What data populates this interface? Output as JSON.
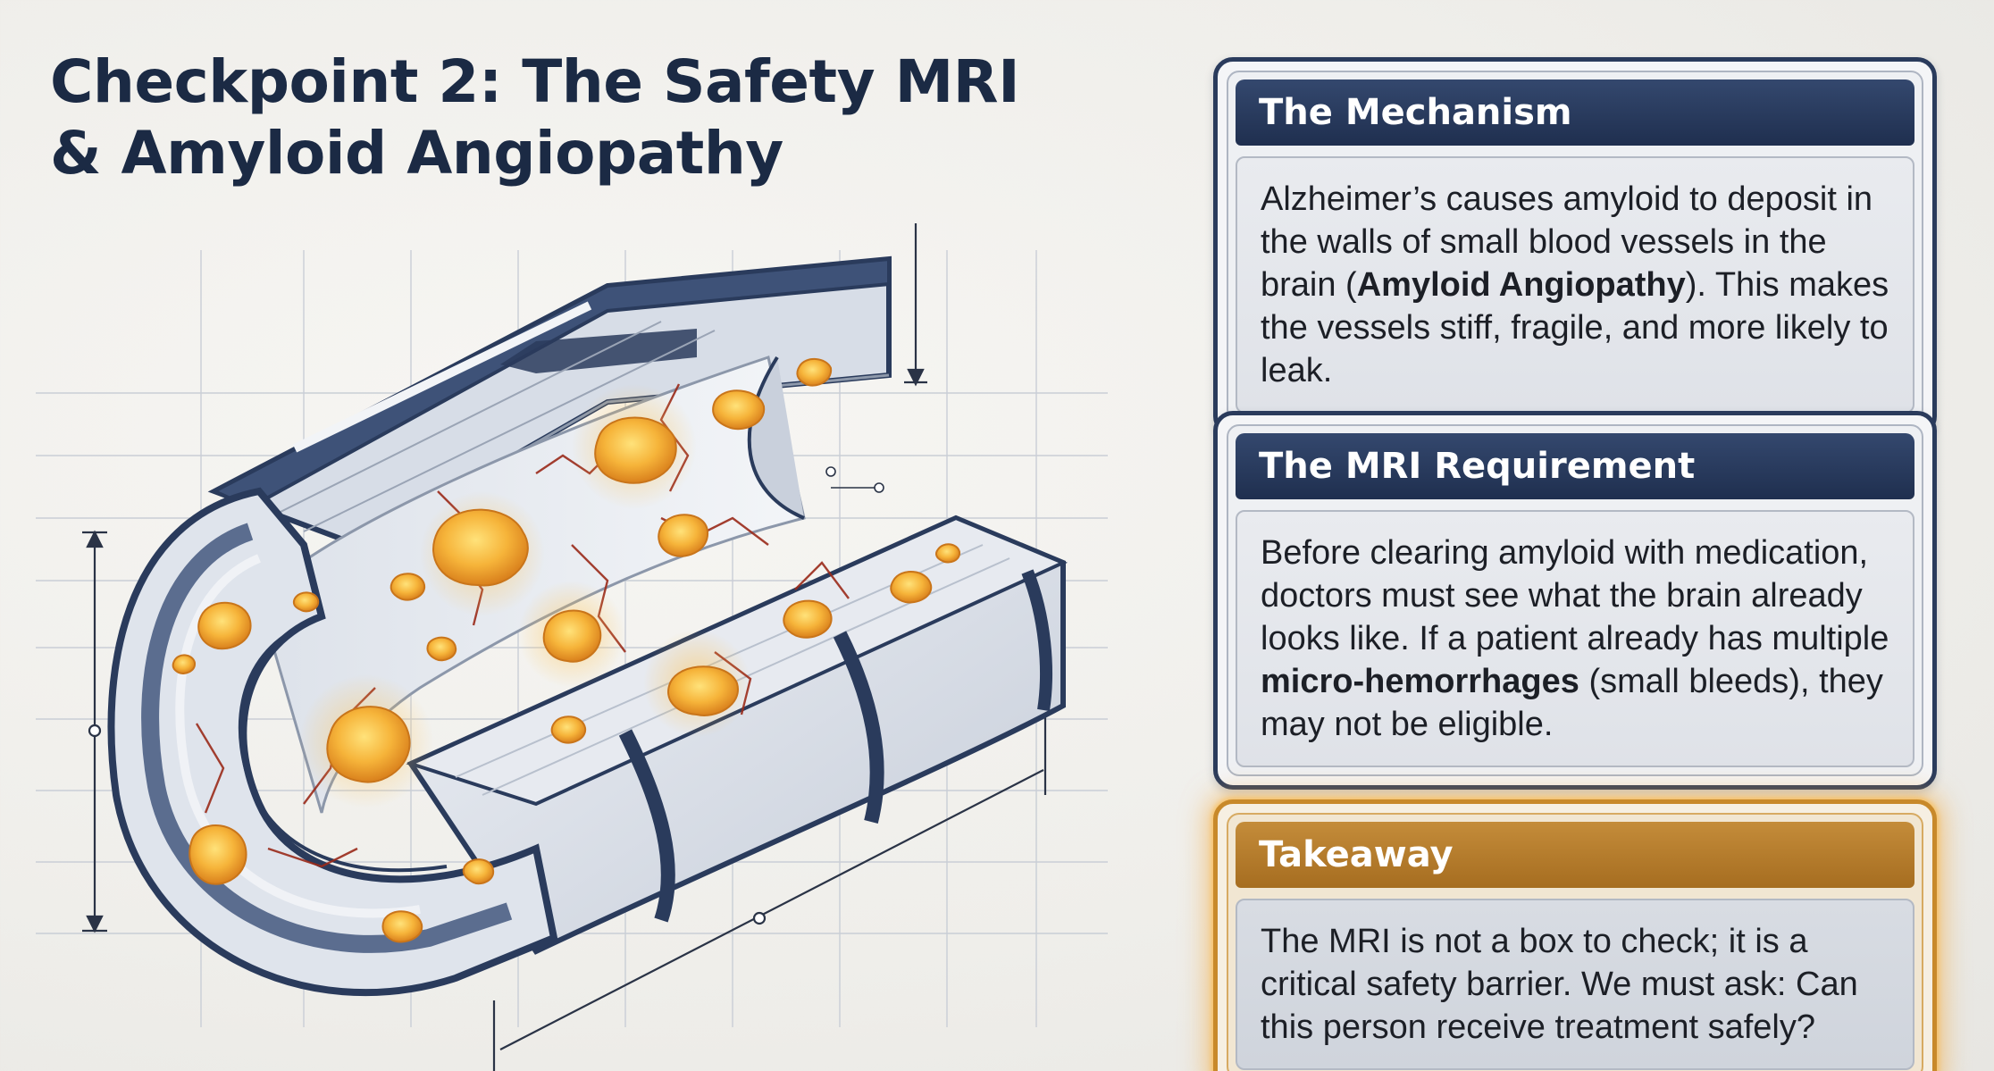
{
  "title": {
    "line1": "Checkpoint 2: The Safety MRI",
    "line2": "& Amyloid Angiopathy"
  },
  "cards": {
    "mechanism": {
      "heading": "The Mechanism",
      "text_a": "Alzheimer’s causes amyloid to deposit in the walls of small blood vessels in the brain (",
      "bold": "Amyloid Angiopathy",
      "text_b": "). This makes the vessels stiff, fragile, and more likely to leak."
    },
    "mri": {
      "heading": "The MRI Requirement",
      "text_a": "Before clearing amyloid with medication, doctors must see what the brain already looks like. If a patient already has multiple ",
      "bold": "micro-hemorrhages",
      "text_b": " (small bleeds), they may not be eligible."
    },
    "takeaway": {
      "heading": "Takeaway",
      "text": "The MRI is not a box to check; it is a critical safety barrier. We must ask: Can this person receive treatment safely?"
    }
  },
  "colors": {
    "navy": "#1f2f4f",
    "gold": "#c48c3a",
    "amyloid": "#f3a531",
    "crack": "#9a2a1a"
  },
  "illustration": {
    "subject": "cutaway-blood-vessel-with-amyloid-deposits"
  }
}
